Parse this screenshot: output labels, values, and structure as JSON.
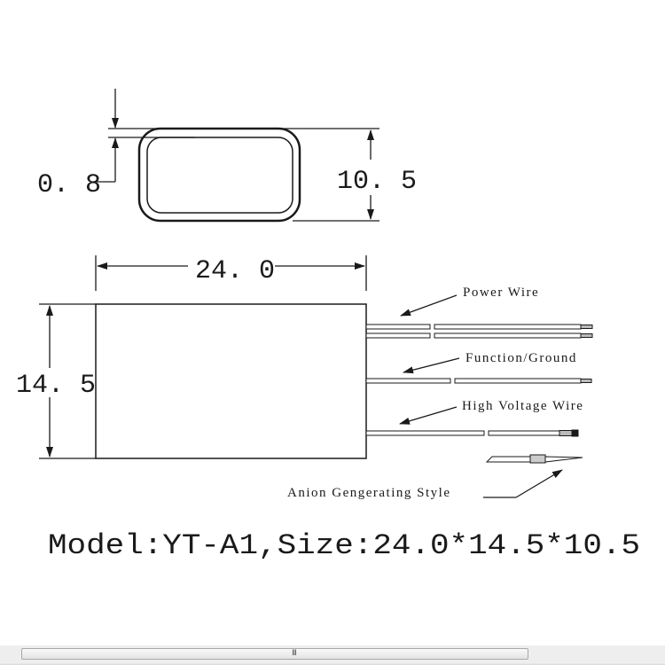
{
  "dimensions": {
    "wall_thickness": "0. 8",
    "height": "10. 5",
    "length": "24. 0",
    "width": "14. 5"
  },
  "wire_labels": {
    "power": "Power Wire",
    "function_ground": "Function/Ground",
    "high_voltage": "High Voltage Wire",
    "anion_style": "Anion Gengerating Style"
  },
  "caption": "Model:YT-A1,Size:24.0*14.5*10.5",
  "scrollbar": {
    "grip": "III"
  }
}
